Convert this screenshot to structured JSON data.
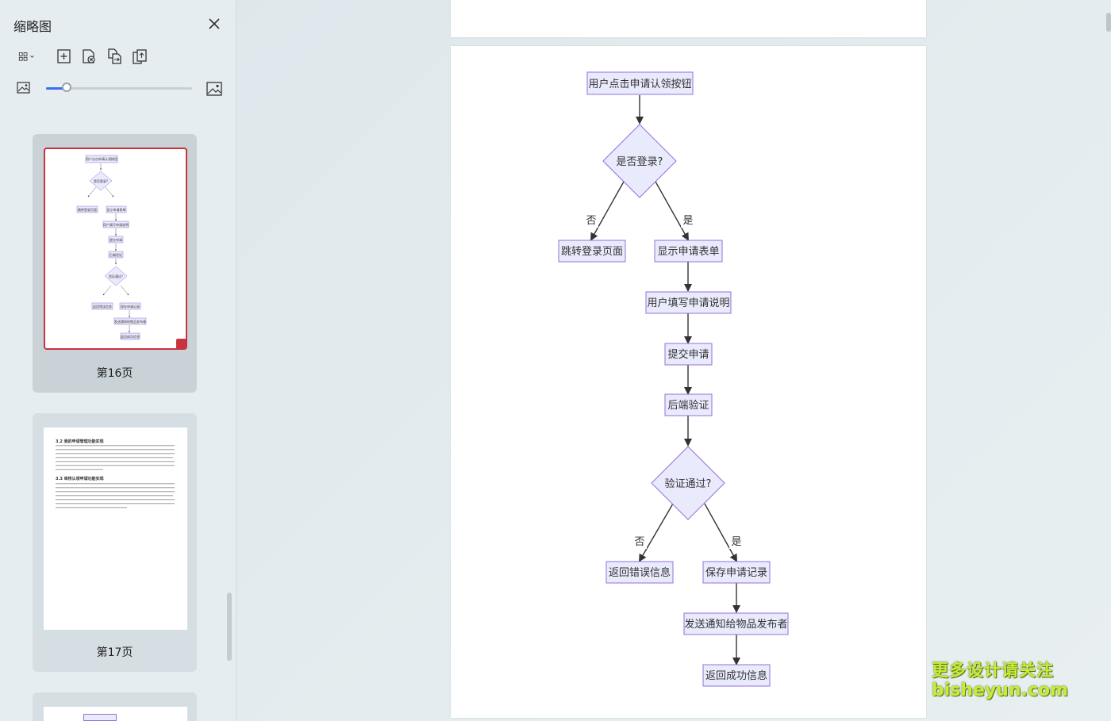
{
  "sidebar": {
    "title": "缩略图",
    "tools": [
      {
        "icon": "grid-view-icon"
      },
      {
        "icon": "add-page-icon"
      },
      {
        "icon": "delete-page-icon"
      },
      {
        "icon": "replace-page-icon"
      },
      {
        "icon": "extract-page-icon"
      }
    ],
    "zoom": {
      "level": 0.14
    },
    "thumbnails": [
      {
        "label": "第16页",
        "selected": true
      },
      {
        "label": "第17页",
        "selected": false
      },
      {
        "label": "",
        "selected": false
      }
    ],
    "page17_text": {
      "heading1": "3.2 我的申请管理功能实现",
      "heading2": "3.3 审核认领申请功能实现"
    }
  },
  "flowchart": {
    "n1": "用户点击申请认领按钮",
    "d1": "是否登录?",
    "no": "否",
    "yes": "是",
    "n2": "跳转登录页面",
    "n3": "显示申请表单",
    "n4": "用户填写申请说明",
    "n5": "提交申请",
    "n6": "后端验证",
    "d2": "验证通过?",
    "n7": "返回错误信息",
    "n8": "保存申请记录",
    "n9": "发送通知给物品发布者",
    "n10": "返回成功信息"
  },
  "thumb16_labels": {
    "t1": "用户点击申请认领按钮",
    "t2": "是否登录?",
    "t3": "跳转登录页面",
    "t4": "显示申请表单",
    "t5": "用户填写申请说明",
    "t6": "提交申请",
    "t7": "后端验证",
    "t8": "验证通过?",
    "t9": "返回错误信息",
    "t10": "保存申请记录",
    "t11": "发送通知给物品发布者",
    "t12": "返回成功信息"
  },
  "watermark": {
    "line1": "更多设计请关注",
    "line2": "bisheyun.com"
  },
  "colors": {
    "node_fill": "#eaeafd",
    "node_stroke": "#9370db",
    "selected": "#c8333d",
    "watermark": "#c6ec3e"
  }
}
